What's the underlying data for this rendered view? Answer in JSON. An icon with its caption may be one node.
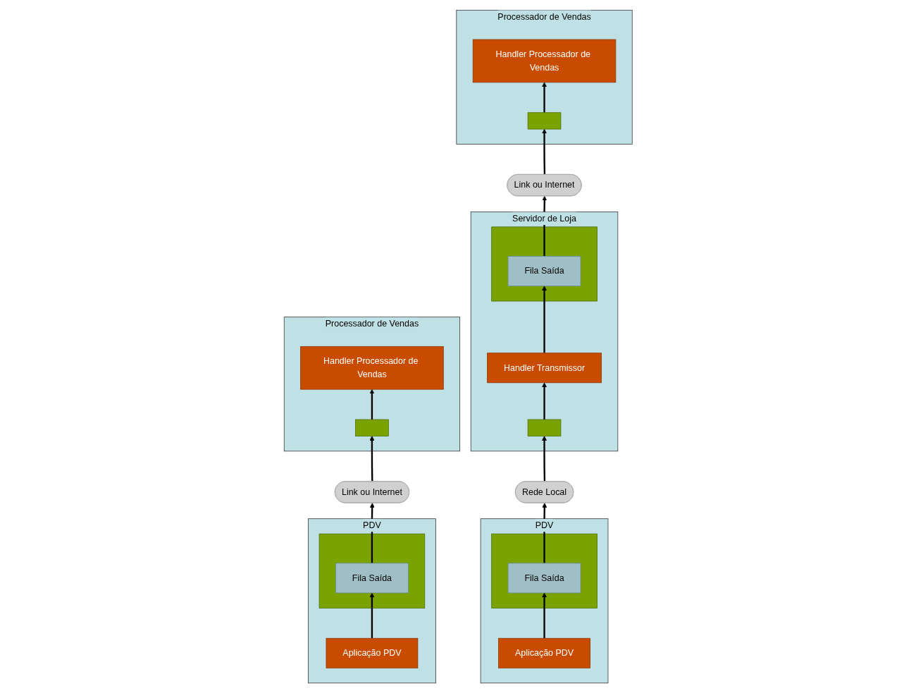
{
  "diagram": {
    "nodes": [
      {
        "text": [
          "Processador de Vendas"
        ]
      },
      {
        "text": [
          "Handler Processador de Vendas"
        ],
        "in": 0
      },
      {
        "text": [],
        "shape": "box",
        "in": 0
      },
      {
        "text": [
          "Link ou Internet"
        ]
      },
      {
        "text": [
          "Servidor de Loja"
        ]
      },
      {
        "text": [],
        "shape": "box",
        "in": 4
      },
      {
        "text": [
          "Fila Saída"
        ],
        "in": 5
      },
      {
        "text": [
          "Handler Transmissor"
        ],
        "in": 4
      },
      {
        "text": [],
        "shape": "box",
        "in": 4
      },
      {
        "text": [
          "Rede Local"
        ]
      },
      {
        "text": [
          "PDV"
        ]
      },
      {
        "text": [],
        "shape": "box",
        "in": 10
      },
      {
        "text": [
          "Fila Saída"
        ],
        "in": 11
      },
      {
        "text": [
          "Aplicação PDV"
        ],
        "in": 10
      },
      {
        "text": [
          "Processador de Vendas"
        ]
      },
      {
        "text": [
          "Handler Processador de Vendas"
        ],
        "in": 14
      },
      {
        "text": [],
        "shape": "box",
        "in": 14
      },
      {
        "text": [
          "Link ou Internet"
        ]
      },
      {
        "text": [
          "PDV"
        ]
      },
      {
        "text": [],
        "shape": "box",
        "in": 18
      },
      {
        "text": [
          "Fila Saída"
        ],
        "in": 19
      },
      {
        "text": [
          "Aplicação PDV"
        ],
        "in": 18
      }
    ],
    "edges": [
      {
        "from": 2,
        "to": 1,
        "arrow": "to"
      },
      {
        "from": 3,
        "to": 2,
        "arrow": "to"
      },
      {
        "from": 6,
        "to": 3,
        "arrow": "to"
      },
      {
        "from": 7,
        "to": 6,
        "arrow": "to"
      },
      {
        "from": 8,
        "to": 7,
        "arrow": "to"
      },
      {
        "from": 9,
        "to": 8,
        "arrow": "to"
      },
      {
        "from": 12,
        "to": 9,
        "arrow": "to"
      },
      {
        "from": 13,
        "to": 12,
        "arrow": "to"
      },
      {
        "from": 16,
        "to": 15,
        "arrow": "to"
      },
      {
        "from": 17,
        "to": 16,
        "arrow": "to"
      },
      {
        "from": 20,
        "to": 17,
        "arrow": "to"
      },
      {
        "from": 21,
        "to": 20,
        "arrow": "to"
      }
    ]
  }
}
